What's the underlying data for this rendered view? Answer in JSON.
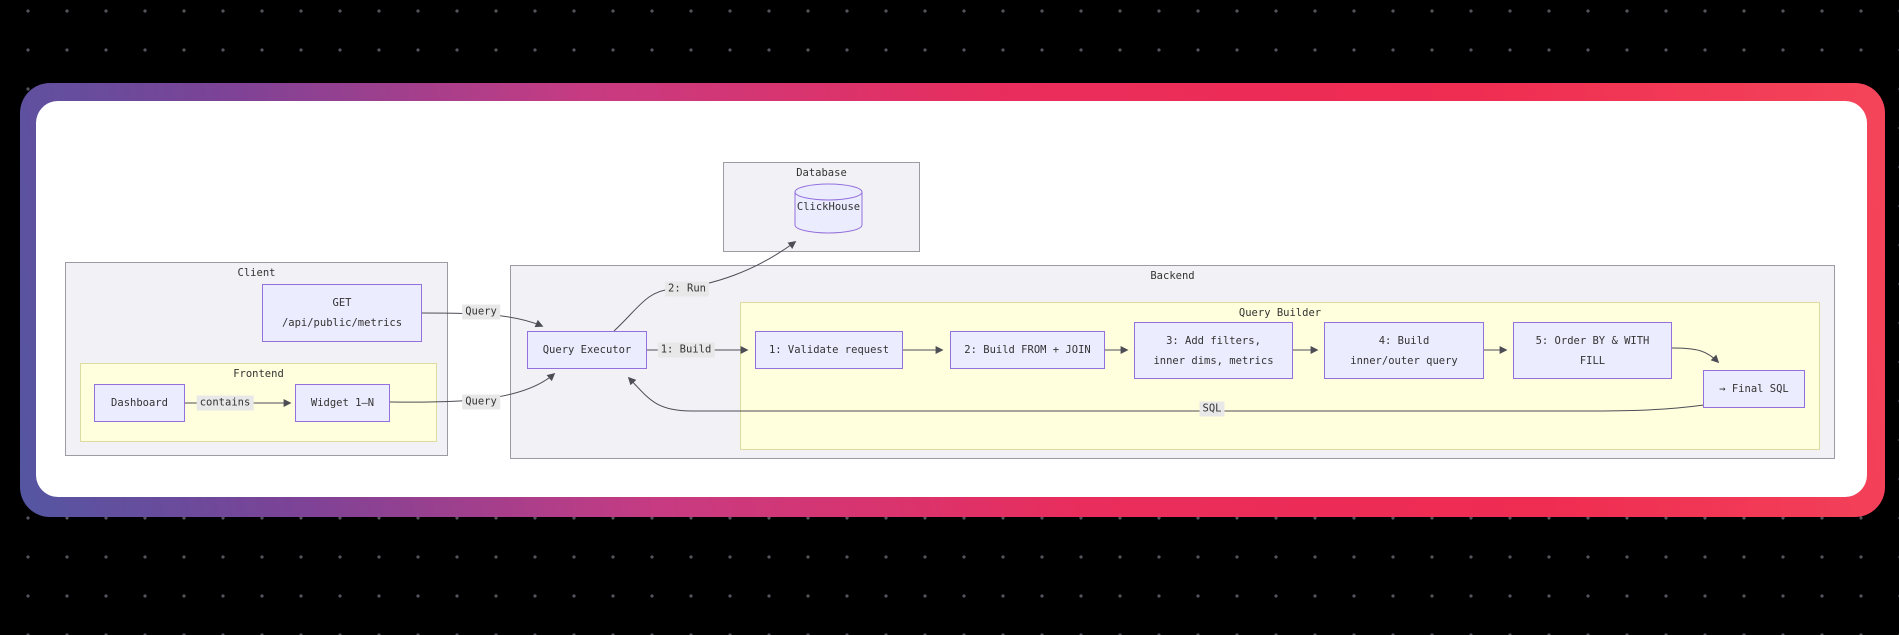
{
  "scene": {
    "background_color": "#000000",
    "dot_color": "#54545c",
    "card": {
      "gradient_colors": [
        "#5456a2",
        "#7b4397",
        "#c73b82",
        "#e92d5c",
        "#f4455a"
      ],
      "background_color": "#ffffff"
    }
  },
  "diagram": {
    "type": "flowchart",
    "colors": {
      "node_fill": "#ececff",
      "node_border": "#9370db",
      "cluster_fill": "#f2f2f6",
      "cluster_border": "#9b9ba4",
      "inner_cluster_fill": "#ffffde",
      "inner_cluster_border": "#dcdca0",
      "edge_color": "#4d4d55",
      "edge_label_bg": "#e8e8e8",
      "text_color": "#333333"
    },
    "clusters": [
      {
        "label": "Database"
      },
      {
        "label": "Client"
      },
      {
        "label": "Frontend"
      },
      {
        "label": "Backend"
      },
      {
        "label": "Query Builder"
      }
    ],
    "nodes": [
      {
        "label": "ClickHouse"
      },
      {
        "label": "GET\n/api/public/metrics"
      },
      {
        "label": "Dashboard"
      },
      {
        "label": "Widget 1–N"
      },
      {
        "label": "Query Executor"
      },
      {
        "label": "1: Validate request"
      },
      {
        "label": "2: Build FROM + JOIN"
      },
      {
        "label": "3: Add filters,\ninner dims, metrics"
      },
      {
        "label": "4: Build\ninner/outer query"
      },
      {
        "label": "5: Order BY & WITH\nFILL"
      },
      {
        "label": "→ Final SQL"
      }
    ],
    "edge_labels": [
      {
        "label": "Query"
      },
      {
        "label": "Query"
      },
      {
        "label": "contains"
      },
      {
        "label": "2: Run"
      },
      {
        "label": "1: Build"
      },
      {
        "label": "SQL"
      }
    ]
  }
}
